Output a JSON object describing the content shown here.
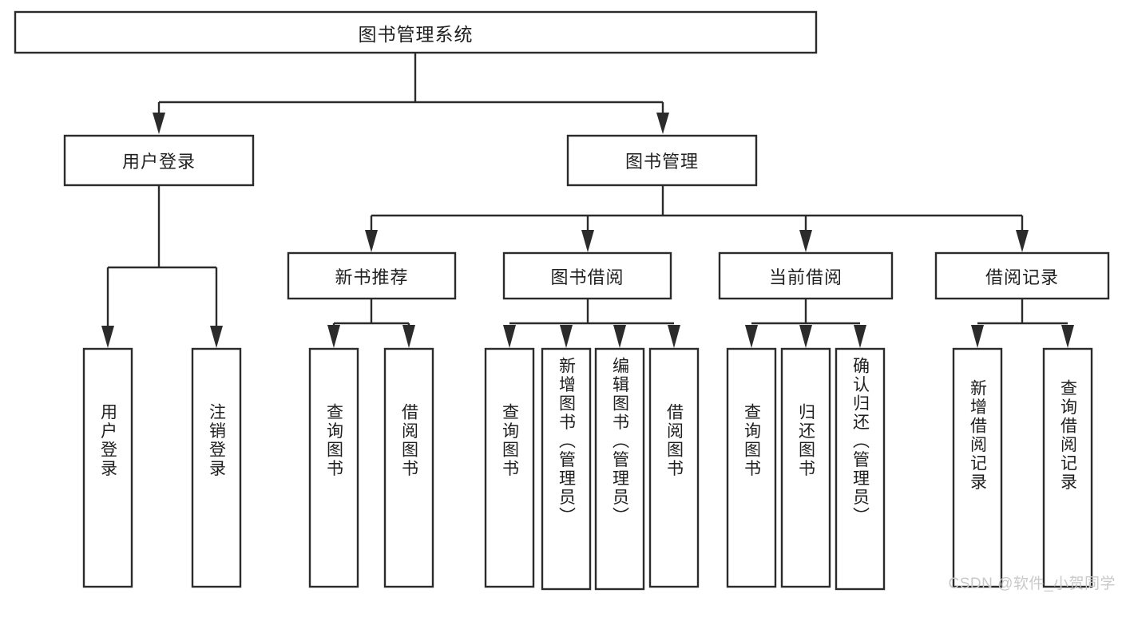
{
  "diagram": {
    "title": "图书管理系统",
    "type": "tree-hierarchy-diagram",
    "colors": {
      "stroke": "#2b2b2b",
      "box_fill": "#ffffff",
      "text": "#1f1f1f",
      "background": "#ffffff",
      "watermark": "#c9c9c9"
    },
    "root": {
      "label": "图书管理系统"
    },
    "level2": [
      {
        "label": "用户登录"
      },
      {
        "label": "图书管理"
      }
    ],
    "level3": [
      {
        "label": "新书推荐"
      },
      {
        "label": "图书借阅"
      },
      {
        "label": "当前借阅"
      },
      {
        "label": "借阅记录"
      }
    ],
    "leaves": {
      "user_login": [
        {
          "label": "用户登录"
        },
        {
          "label": "注销登录"
        }
      ],
      "new_book_recommend": [
        {
          "label": "查询图书"
        },
        {
          "label": "借阅图书"
        }
      ],
      "book_borrow": [
        {
          "label": "查询图书"
        },
        {
          "label": "新增图书（管理员）"
        },
        {
          "label": "编辑图书（管理员）"
        },
        {
          "label": "借阅图书"
        }
      ],
      "current_borrow": [
        {
          "label": "查询图书"
        },
        {
          "label": "归还图书"
        },
        {
          "label": "确认归还（管理员）"
        }
      ],
      "borrow_record": [
        {
          "label": "新增借阅记录"
        },
        {
          "label": "查询借阅记录"
        }
      ]
    },
    "watermark": "CSDN @软件_小贺同学"
  }
}
